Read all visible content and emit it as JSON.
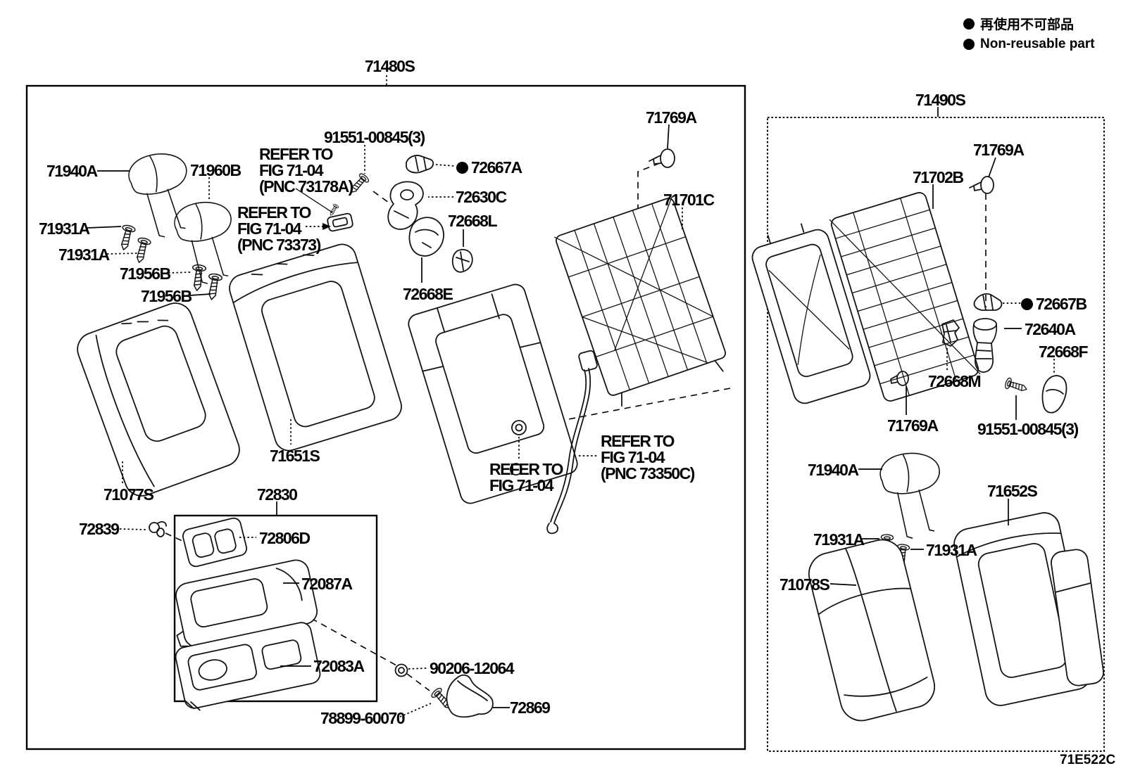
{
  "legend": [
    {
      "marker": "filled-circle",
      "text": "再使用不可部品"
    },
    {
      "marker": "filled-circle",
      "text": "Non-reusable part"
    }
  ],
  "assemblies": {
    "seat_back_lh": {
      "part_no": "71480S"
    },
    "seat_back_rh": {
      "part_no": "71490S"
    },
    "armrest": {
      "part_no": "72830"
    }
  },
  "footer": {
    "figure_code": "71E522C"
  },
  "labels": [
    {
      "text": "71940A"
    },
    {
      "text": "71960B"
    },
    {
      "text": "71931A"
    },
    {
      "text": "71931A"
    },
    {
      "text": "71956B"
    },
    {
      "text": "71956B"
    },
    {
      "text": "REFER TO\nFIG 71-04\n(PNC 73178A)"
    },
    {
      "text": "91551-00845(3)"
    },
    {
      "text": "72667A",
      "non_reusable": true
    },
    {
      "text": "72630C"
    },
    {
      "text": "72668L"
    },
    {
      "text": "REFER TO\nFIG 71-04\n(PNC 73373)"
    },
    {
      "text": "72668E"
    },
    {
      "text": "71769A"
    },
    {
      "text": "71701C"
    },
    {
      "text": "71651S"
    },
    {
      "text": "71077S"
    },
    {
      "text": "REFER TO\nFIG 71-04"
    },
    {
      "text": "REFER TO\nFIG 71-04\n(PNC 73350C)"
    },
    {
      "text": "72839"
    },
    {
      "text": "72806D"
    },
    {
      "text": "72087A"
    },
    {
      "text": "72083A"
    },
    {
      "text": "90206-12064"
    },
    {
      "text": "78899-60070"
    },
    {
      "text": "72869"
    },
    {
      "text": "71769A"
    },
    {
      "text": "71702B"
    },
    {
      "text": "72667B",
      "non_reusable": true
    },
    {
      "text": "72640A"
    },
    {
      "text": "72668F"
    },
    {
      "text": "72668M"
    },
    {
      "text": "71769A"
    },
    {
      "text": "91551-00845(3)"
    },
    {
      "text": "71940A"
    },
    {
      "text": "71652S"
    },
    {
      "text": "71931A"
    },
    {
      "text": "71931A"
    },
    {
      "text": "71078S"
    }
  ]
}
